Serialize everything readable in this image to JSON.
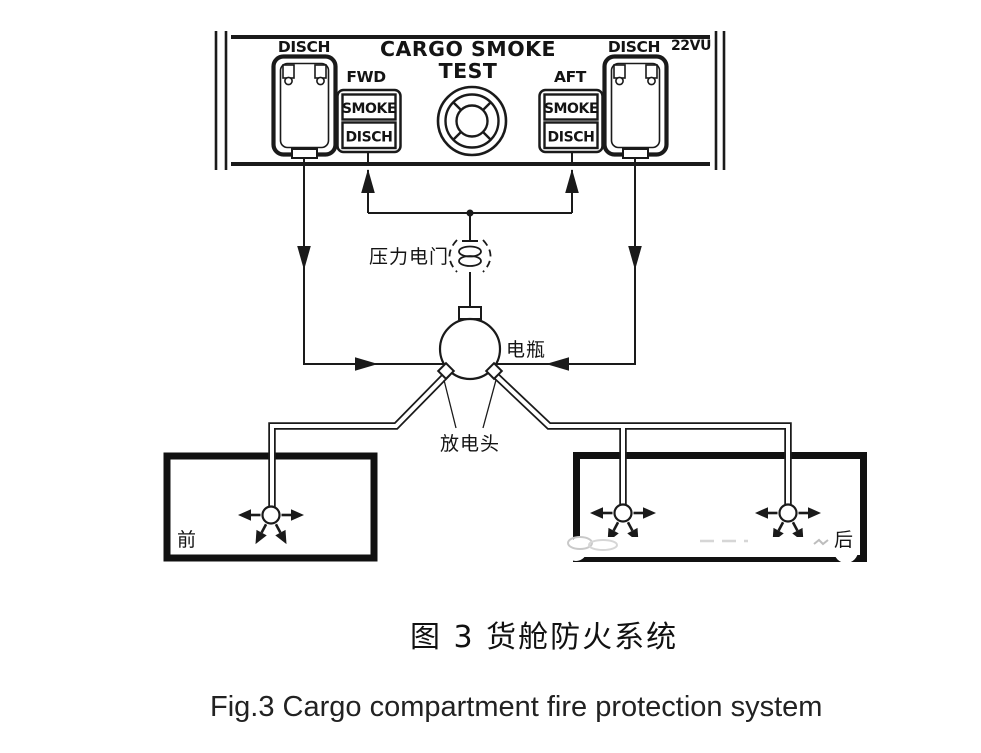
{
  "figure": {
    "panel": {
      "title_line1": "CARGO SMOKE",
      "title_line2": "TEST",
      "unit_code": "22VU",
      "left_guard_switch_label": "DISCH",
      "right_guard_switch_label": "DISCH",
      "fwd_section": {
        "label": "FWD",
        "smoke_button": "SMOKE",
        "disch_button": "DISCH"
      },
      "aft_section": {
        "label": "AFT",
        "smoke_button": "SMOKE",
        "disch_button": "DISCH"
      }
    },
    "schematic": {
      "pressure_switch_label": "压力电门",
      "bottle_label": "电瓶",
      "discharge_head_label": "放电头",
      "forward_compartment_label": "前",
      "aft_compartment_label": "后"
    },
    "captions": {
      "chinese": "图 3 货舱防火系统",
      "english": "Fig.3 Cargo compartment fire protection system"
    }
  },
  "colors": {
    "ink": "#1a1a1a",
    "paper": "#ffffff"
  }
}
